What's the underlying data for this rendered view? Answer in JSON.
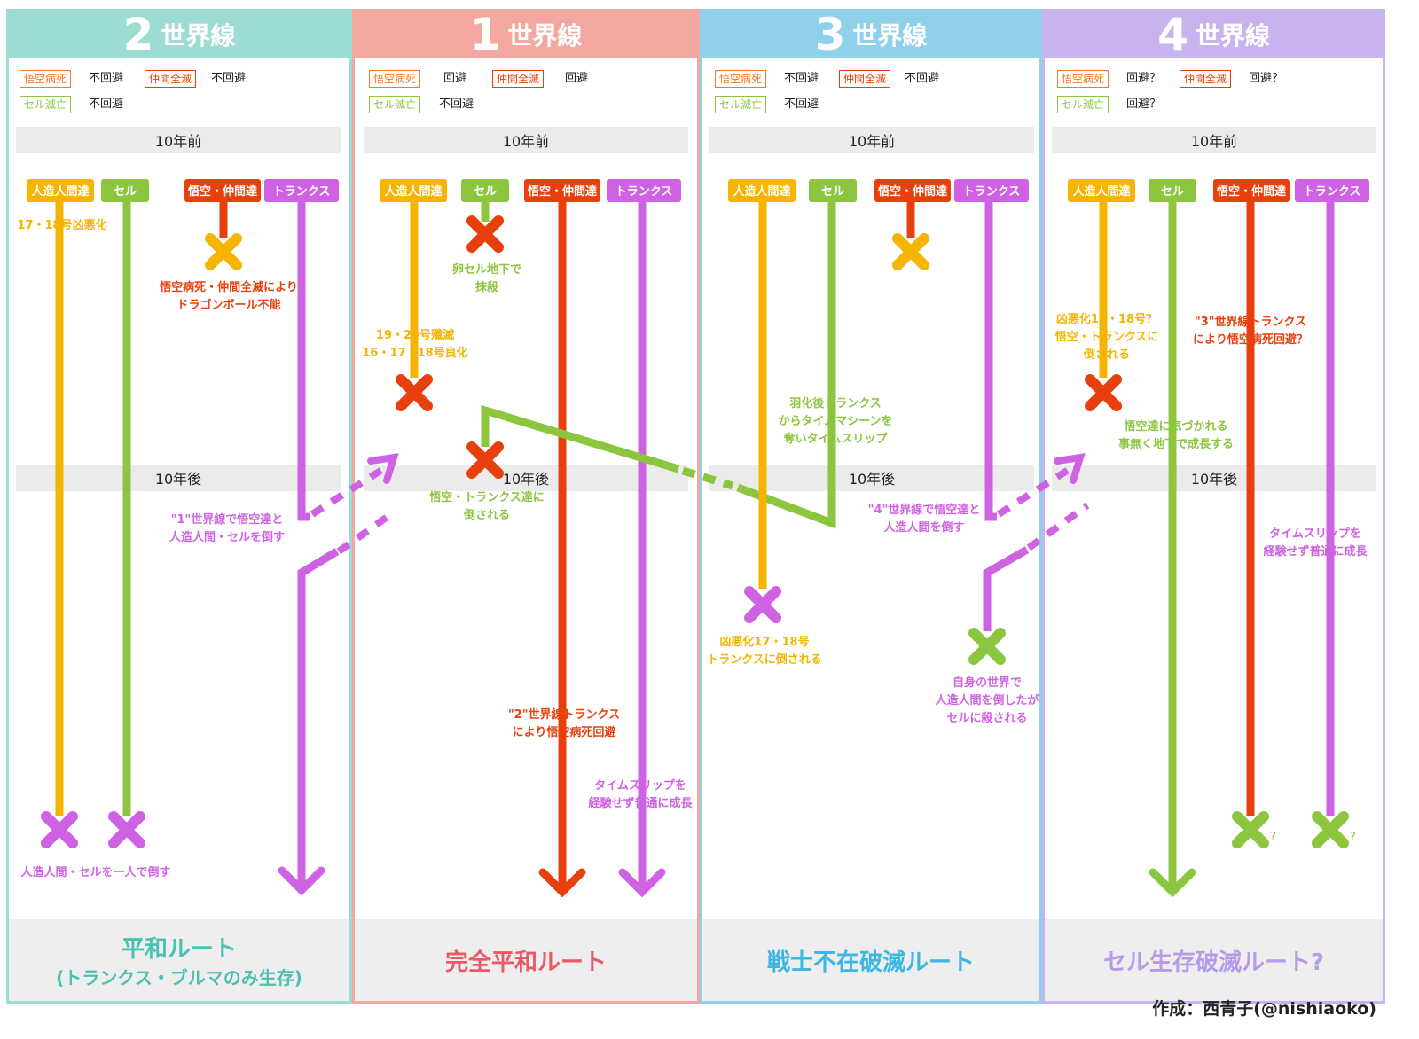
{
  "colors": {
    "yellow": "#f5b400",
    "green": "#8cc63f",
    "red": "#e8400c",
    "purple": "#cf62e3",
    "teal": "#9ddcd3",
    "pink": "#f2a8a0",
    "blue": "#8fd0ea",
    "lavender": "#c9b3ef",
    "pinkText": "#e85a66",
    "tealText": "#4cc0b4",
    "blueText": "#3cb6e2",
    "lavText": "#b79be9"
  },
  "common": {
    "tag_son": "悟空病死",
    "tag_nak": "仲間全滅",
    "tag_cell": "セル滅亡",
    "before": "10年前",
    "after": "10年後",
    "h_android": "人造人間達",
    "h_cell": "セル",
    "h_goku": "悟空・仲間達",
    "h_trunks": "トランクス",
    "sekaisen": "世界線"
  },
  "worlds": [
    {
      "num": "2",
      "son": "不回避",
      "nak": "不回避",
      "cell": "不回避",
      "foot1": "平和ルート",
      "foot2": "(トランクス・ブルマのみ生存)"
    },
    {
      "num": "1",
      "son": "回避",
      "nak": "回避",
      "cell": "不回避",
      "foot1": "完全平和ルート",
      "foot2": ""
    },
    {
      "num": "3",
      "son": "不回避",
      "nak": "不回避",
      "cell": "不回避",
      "foot1": "戦士不在破滅ルート",
      "foot2": ""
    },
    {
      "num": "4",
      "son": "回避？",
      "nak": "回避？",
      "cell": "回避？",
      "foot1": "セル生存破滅ルート?",
      "foot2": ""
    }
  ],
  "notes": {
    "w2_a": "17・18号凶悪化",
    "w2_b1": "悟空病死・仲間全滅により",
    "w2_b2": "ドラゴンボール不能",
    "w2_c1": "\"1\"世界線で悟空達と",
    "w2_c2": "人造人間・セルを倒す",
    "w2_d": "人造人間・セルを一人で倒す",
    "w1_a1": "卵セル地下で",
    "w1_a2": "抹殺",
    "w1_b1": "19・20号殲滅",
    "w1_b2": "16・17・18号良化",
    "w1_c1": "悟空・トランクス達に",
    "w1_c2": "倒される",
    "w1_d1": "\"2\"世界線トランクス",
    "w1_d2": "により悟空病死回避",
    "w1_e1": "タイムスリップを",
    "w1_e2": "経験せず普通に成長",
    "w3_a1": "羽化後トランクス",
    "w3_a2": "からタイムマシーンを",
    "w3_a3": "奪いタイムスリップ",
    "w3_b1": "\"4\"世界線で悟空達と",
    "w3_b2": "人造人間を倒す",
    "w3_c1": "凶悪化17・18号",
    "w3_c2": "トランクスに倒される",
    "w3_d1": "自身の世界で",
    "w3_d2": "人造人間を倒したが",
    "w3_d3": "セルに殺される",
    "w4_a1": "凶悪化17・18号？",
    "w4_a2": "悟空・トランクスに",
    "w4_a3": "倒される",
    "w4_b1": "\"3\"世界線トランクス",
    "w4_b2": "により悟空病死回避？",
    "w4_c1": "悟空達に気づかれる",
    "w4_c2": "事無く地下で成長する",
    "w4_d1": "タイムスリップを",
    "w4_d2": "経験せず普通に成長",
    "q": "?"
  },
  "credit": "作成：西青子(@nishiaoko)"
}
